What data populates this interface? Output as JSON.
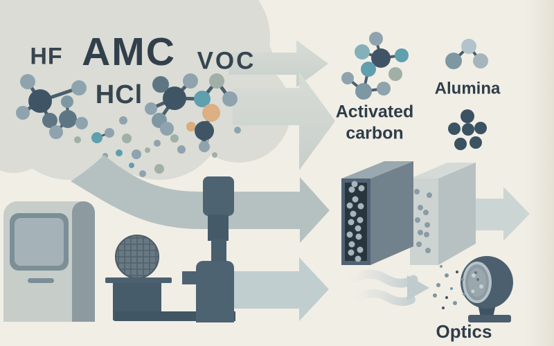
{
  "title": "AMC filtration diagram",
  "labels": {
    "hf": "HF",
    "amc": "AMC",
    "voc": "VOC",
    "hcl": "HCl",
    "activated_carbon": "Activated\ncarbon",
    "alumina": "Alumina",
    "optics": "Optics"
  },
  "palette": {
    "bg": "#f1eee6",
    "cloud": "#dadcd5",
    "arrowLight": "#d3d8d2",
    "arrowGray": "#b5c1c1",
    "arrowBlue": "#c1cecf",
    "arrowOut": "#cbd5d4",
    "textDark": "#2e3d48",
    "bond": "#4a5f6d",
    "slateDark": "#3f5565",
    "slateMid": "#5e7684",
    "steel": "#7d97a3",
    "blueGray": "#8ea3ae",
    "blueLight": "#b3c3cb",
    "mist": "#a6b5bc",
    "teal": "#5f9fae",
    "tealSoft": "#84b0b8",
    "sage": "#a0b0a7",
    "orange": "#dcb084",
    "orangeSoft": "#d9ad7f",
    "dotLight": "#a6b6bc",
    "dotDark": "#8a9ba5",
    "clusterDark": "#3b5262",
    "specLight": "#c6d0d3",
    "specDark": "#5e7484"
  },
  "molecules": [
    {
      "name": "cloud-molecule-1",
      "layer": "layer-molecules",
      "bond_width": 5,
      "atoms": [
        [
          40,
          118,
          11,
          "blueGray"
        ],
        [
          114,
          127,
          11,
          "blueGray"
        ],
        [
          58,
          146,
          17,
          "slateDark"
        ],
        [
          33,
          163,
          10,
          "blueGray"
        ],
        [
          72,
          174,
          11,
          "slateMid"
        ]
      ],
      "bonds": [
        [
          2,
          0
        ],
        [
          2,
          1
        ],
        [
          2,
          3
        ],
        [
          2,
          4
        ]
      ]
    },
    {
      "name": "cloud-molecule-2",
      "layer": "layer-molecules",
      "bond_width": 4,
      "atoms": [
        [
          97,
          147,
          9,
          "steel"
        ],
        [
          98,
          172,
          13,
          "slateMid"
        ],
        [
          118,
          178,
          9,
          "blueGray"
        ],
        [
          81,
          191,
          10,
          "blueGray"
        ]
      ],
      "bonds": [
        [
          1,
          0
        ],
        [
          1,
          2
        ],
        [
          1,
          3
        ]
      ]
    },
    {
      "name": "cloud-molecule-3",
      "layer": "layer-molecules",
      "bond_width": 3,
      "atoms": [
        [
          140,
          199,
          8,
          "teal"
        ],
        [
          158,
          192,
          7,
          "blueGray"
        ]
      ],
      "bonds": [
        [
          0,
          1
        ]
      ]
    },
    {
      "name": "cloud-molecule-4",
      "layer": "layer-molecules",
      "bond_width": 5,
      "atoms": [
        [
          252,
          142,
          17,
          "slateDark"
        ],
        [
          232,
          122,
          12,
          "slateMid"
        ],
        [
          275,
          117,
          11,
          "blueGray"
        ],
        [
          292,
          143,
          12,
          "teal"
        ],
        [
          313,
          117,
          11,
          "sage"
        ],
        [
          332,
          143,
          11,
          "blueGray"
        ],
        [
          218,
          157,
          9,
          "blueGray"
        ],
        [
          230,
          174,
          11,
          "steel"
        ],
        [
          241,
          186,
          10,
          "blueGray"
        ],
        [
          305,
          163,
          13,
          "orange"
        ],
        [
          276,
          183,
          7,
          "orangeSoft"
        ],
        [
          295,
          189,
          14,
          "slateDark"
        ],
        [
          295,
          212,
          8,
          "blueGray"
        ]
      ],
      "bonds": [
        [
          0,
          1
        ],
        [
          0,
          2
        ],
        [
          0,
          3
        ],
        [
          0,
          6
        ],
        [
          0,
          7
        ],
        [
          3,
          4
        ],
        [
          4,
          5
        ],
        [
          3,
          9
        ],
        [
          9,
          11
        ],
        [
          11,
          12
        ],
        [
          11,
          10
        ]
      ]
    },
    {
      "name": "activated-carbon-molecule",
      "layer": "layer-molecules",
      "bond_width": 4,
      "atoms": [
        [
          550,
          84,
          14,
          "slateDark"
        ],
        [
          543,
          56,
          10,
          "blueGray"
        ],
        [
          523,
          75,
          11,
          "tealSoft"
        ],
        [
          580,
          80,
          10,
          "teal"
        ],
        [
          532,
          100,
          11,
          "teal"
        ],
        [
          571,
          107,
          10,
          "sage"
        ],
        [
          502,
          113,
          9,
          "blueGray"
        ],
        [
          525,
          132,
          12,
          "steel"
        ],
        [
          554,
          128,
          10,
          "blueGray"
        ]
      ],
      "bonds": [
        [
          0,
          1
        ],
        [
          0,
          2
        ],
        [
          0,
          3
        ],
        [
          0,
          4
        ],
        [
          6,
          7
        ],
        [
          7,
          8
        ],
        [
          7,
          4
        ]
      ]
    },
    {
      "name": "alumina-molecule",
      "layer": "layer-molecules",
      "bond_width": 4,
      "atoms": [
        [
          655,
          88,
          12,
          "steel"
        ],
        [
          677,
          67,
          11,
          "blueLight"
        ],
        [
          694,
          88,
          11,
          "mist"
        ]
      ],
      "bonds": [
        [
          0,
          1
        ],
        [
          1,
          2
        ]
      ]
    }
  ],
  "dot_groups": [
    {
      "name": "cloud-scatter-dots",
      "layer": "layer-cloud-dots",
      "dots": [
        [
          112,
          202,
          5,
          "sage"
        ],
        [
          178,
          174,
          6,
          "blueGray"
        ],
        [
          183,
          200,
          7,
          "sage"
        ],
        [
          172,
          221,
          5,
          "teal"
        ],
        [
          197,
          223,
          7,
          "blueGray"
        ],
        [
          213,
          217,
          4,
          "sage"
        ],
        [
          227,
          207,
          5,
          "blueGray"
        ],
        [
          252,
          200,
          6,
          "sage"
        ],
        [
          152,
          225,
          4,
          "blueGray"
        ],
        [
          190,
          239,
          4,
          "teal"
        ],
        [
          206,
          251,
          5,
          "blueGray"
        ],
        [
          230,
          244,
          7,
          "sage"
        ],
        [
          262,
          216,
          6,
          "blueGray"
        ],
        [
          296,
          203,
          6,
          "sage"
        ],
        [
          180,
          255,
          4,
          "blueGray"
        ],
        [
          168,
          267,
          3,
          "sage"
        ],
        [
          343,
          188,
          5,
          "blueGray"
        ],
        [
          310,
          224,
          4,
          "sage"
        ],
        [
          185,
          260,
          3,
          "teal"
        ]
      ]
    },
    {
      "name": "carbon-filter-pores",
      "layer": "layer-pores1",
      "dots": [
        [
          512,
          266,
          4.5,
          "dotLight"
        ],
        [
          508,
          274,
          4.5,
          "dotLight"
        ],
        [
          522,
          272,
          4.5,
          "dotLight"
        ],
        [
          513,
          288,
          4.5,
          "dotLight"
        ],
        [
          505,
          297,
          4.5,
          "dotLight"
        ],
        [
          521,
          298,
          4.5,
          "dotLight"
        ],
        [
          510,
          309,
          4.5,
          "dotLight"
        ],
        [
          520,
          318,
          4.5,
          "dotLight"
        ],
        [
          507,
          321,
          4.5,
          "dotLight"
        ],
        [
          517,
          330,
          4.5,
          "dotLight"
        ],
        [
          505,
          339,
          4.5,
          "dotLight"
        ],
        [
          518,
          342,
          4.5,
          "dotLight"
        ],
        [
          508,
          353,
          4.5,
          "dotLight"
        ],
        [
          520,
          361,
          4.5,
          "dotLight"
        ],
        [
          507,
          365,
          4.5,
          "dotLight"
        ],
        [
          517,
          374,
          4.5,
          "dotLight"
        ]
      ]
    },
    {
      "name": "alumina-filter-pores",
      "layer": "layer-pores2",
      "dots": [
        [
          602,
          277,
          4,
          "dotDark"
        ],
        [
          620,
          282,
          4,
          "dotDark"
        ],
        [
          607,
          300,
          4,
          "dotDark"
        ],
        [
          615,
          307,
          4,
          "dotDark"
        ],
        [
          603,
          318,
          4,
          "dotDark"
        ],
        [
          617,
          325,
          4,
          "dotDark"
        ],
        [
          607,
          336,
          4,
          "dotDark"
        ],
        [
          616,
          339,
          4,
          "dotDark"
        ],
        [
          605,
          353,
          4,
          "dotDark"
        ],
        [
          618,
          362,
          4,
          "dotDark"
        ]
      ]
    },
    {
      "name": "alumina-granules",
      "layer": "layer-granules",
      "dots": [
        [
          675,
          168,
          10,
          "clusterDark"
        ],
        [
          656,
          186,
          9,
          "clusterDark"
        ],
        [
          676,
          187,
          9,
          "clusterDark"
        ],
        [
          694,
          185,
          9,
          "clusterDark"
        ],
        [
          665,
          208,
          9,
          "clusterDark"
        ],
        [
          687,
          206,
          9,
          "clusterDark"
        ]
      ]
    },
    {
      "name": "optics-particles",
      "layer": "layer-particles",
      "dots": [
        [
          645,
          398,
          3,
          "steel"
        ],
        [
          660,
          393,
          2,
          "clusterDark"
        ],
        [
          633,
          412,
          3,
          "steel"
        ],
        [
          652,
          417,
          2,
          "teal"
        ],
        [
          628,
          427,
          3,
          "steel"
        ],
        [
          645,
          430,
          2,
          "clusterDark"
        ],
        [
          657,
          438,
          3,
          "steel"
        ],
        [
          637,
          385,
          2,
          "steel"
        ],
        [
          668,
          404,
          2,
          "steel"
        ],
        [
          640,
          445,
          2,
          "clusterDark"
        ],
        [
          670,
          425,
          2,
          "steel"
        ]
      ]
    },
    {
      "name": "lens-specks",
      "layer": "layer-specks",
      "dots": [
        [
          684,
          398,
          3,
          "specLight"
        ],
        [
          695,
          414,
          3,
          "specLight"
        ],
        [
          683,
          421,
          2.5,
          "specLight"
        ],
        [
          690,
          404,
          2,
          "specDark"
        ],
        [
          687,
          394,
          2,
          "specDark"
        ]
      ]
    }
  ]
}
